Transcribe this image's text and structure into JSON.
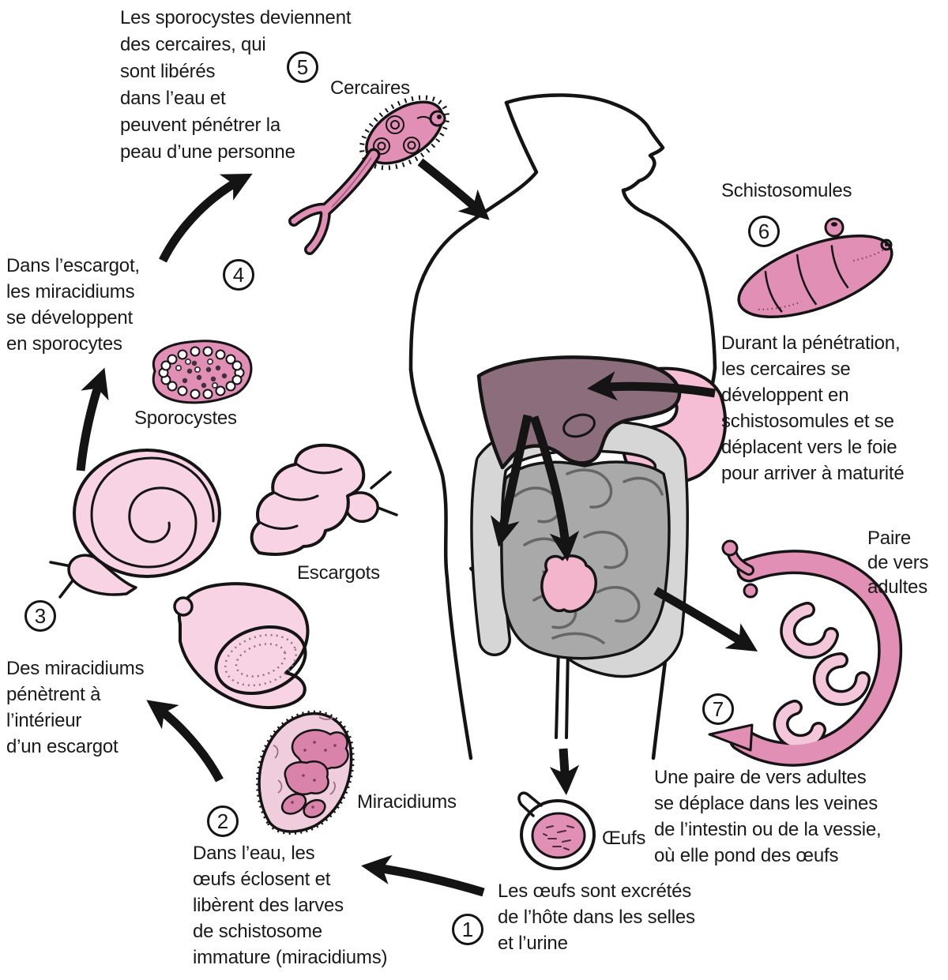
{
  "steps": [
    {
      "number": "1",
      "text": "Les œufs sont excrétés\nde l’hôte dans les selles\net l’urine"
    },
    {
      "number": "2",
      "text": "Dans l’eau, les\nœufs éclosent et\nlibèrent des larves\nde schistosome\nimmature (miracidiums)"
    },
    {
      "number": "3",
      "text": "Des miracidiums\npénètrent à\nl’intérieur\nd’un escargot"
    },
    {
      "number": "4",
      "text": "Dans l’escargot,\nles miracidiums\nse développent\nen sporocytes"
    },
    {
      "number": "5",
      "text": "Les sporocystes deviennent\ndes cercaires, qui\nsont libérés\ndans l’eau et\npeuvent pénétrer la\npeau d’une personne"
    },
    {
      "number": "6",
      "text": "Durant la pénétration,\nles cercaires se\ndéveloppent en\nschistosomules et se\ndéplacent vers le foie\npour arriver à maturité"
    },
    {
      "number": "7",
      "text": "Une paire de vers adultes\nse déplace dans les veines\nde l’intestin ou de la vessie,\noù elle pond des œufs"
    }
  ],
  "labels": {
    "cercaires": "Cercaires",
    "sporocystes": "Sporocystes",
    "escargots": "Escargots",
    "miracidiums": "Miracidiums",
    "oeufs": "Œufs",
    "schistosomules": "Schistosomules",
    "paire_de_vers": "Paire\nde vers\nadultes"
  },
  "colors": {
    "parasite_pink": "#e18fb4",
    "parasite_light_pink": "#f3c6da",
    "snail_pink": "#f7d3e3",
    "snail_aperture_pink": "#efd7e2",
    "miracidium_ground_pink": "#efcddd",
    "miracidium_lobe_pink": "#d983ab",
    "liver_mauve": "#8b6d7c",
    "stomach_pink": "#f5bed4",
    "intestine_gray": "#a9a9a9",
    "colon_gray": "#d6d6d6",
    "bladder_pink": "#f3b5cb",
    "outline_black": "#141414",
    "text_black": "#1a1a1a"
  }
}
